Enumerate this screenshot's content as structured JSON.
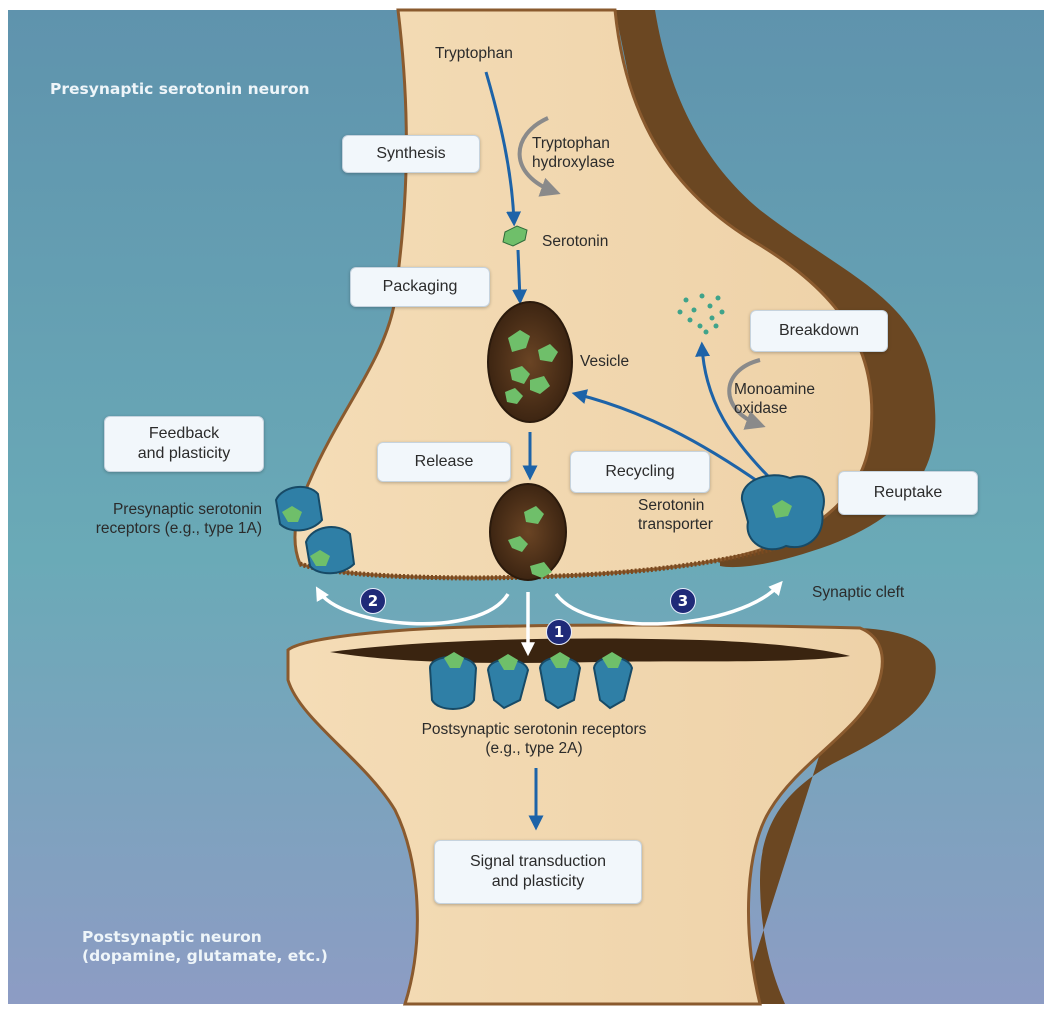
{
  "regions": {
    "presynaptic": "Presynaptic serotonin neuron",
    "postsynaptic": "Postsynaptic neuron\n(dopamine, glutamate, etc.)",
    "synaptic_cleft": "Synaptic cleft"
  },
  "process_boxes": {
    "synthesis": "Synthesis",
    "packaging": "Packaging",
    "release": "Release",
    "recycling": "Recycling",
    "breakdown": "Breakdown",
    "reuptake": "Reuptake",
    "feedback": "Feedback\nand plasticity",
    "signal": "Signal transduction\nand plasticity"
  },
  "labels": {
    "tryptophan": "Tryptophan",
    "tryptophan_hydroxylase": "Tryptophan\nhydroxylase",
    "serotonin": "Serotonin",
    "vesicle": "Vesicle",
    "monoamine_oxidase": "Monoamine\noxidase",
    "presynaptic_receptors": "Presynaptic serotonin\nreceptors (e.g., type 1A)",
    "serotonin_transporter": "Serotonin\ntransporter",
    "postsynaptic_receptors": "Postsynaptic serotonin receptors\n(e.g., type 2A)"
  },
  "pathway_numbers": [
    "1",
    "2",
    "3"
  ],
  "colors": {
    "background_top": "#5f93ad",
    "background_bottom": "#8d9cc4",
    "cytoplasm": "#f2d9b3",
    "membrane_shadow": "#5a3d1c",
    "arrow_blue": "#1d63a8",
    "receptor_blue": "#2f7fa6",
    "serotonin_green": "#6fbf6a",
    "number_badge": "#1f2a78"
  }
}
